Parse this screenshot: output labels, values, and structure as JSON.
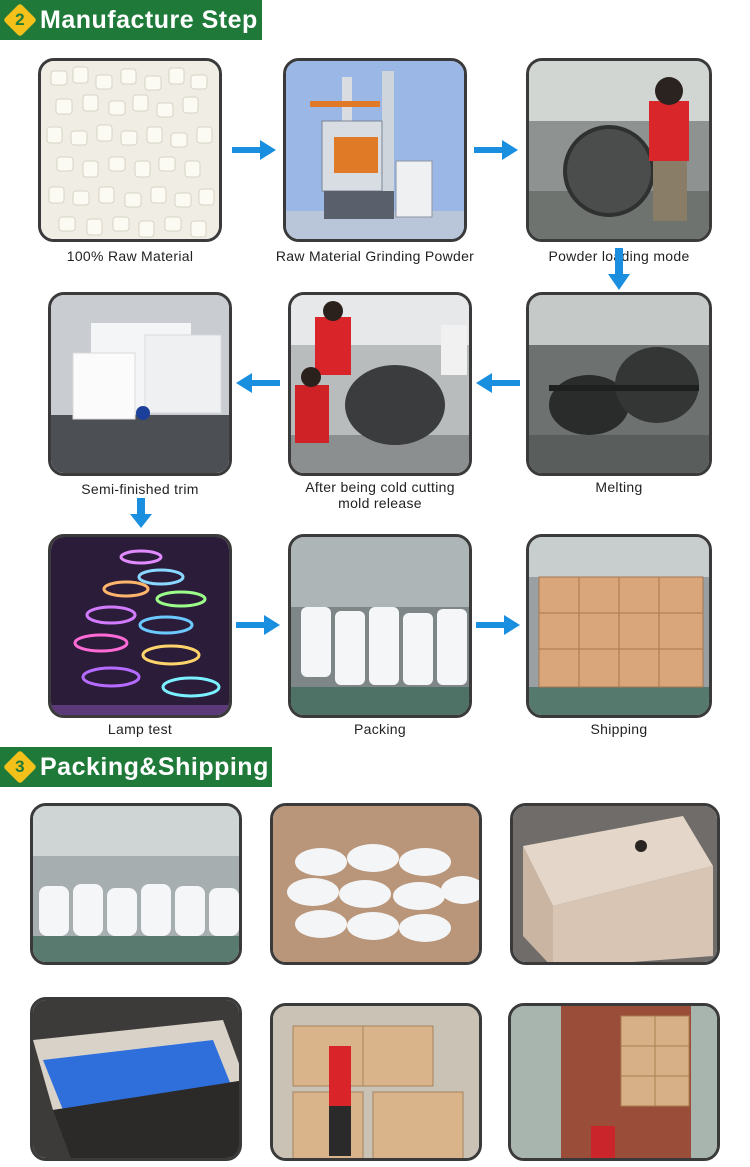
{
  "manufacture": {
    "number": "2",
    "title": "Manufacture Step",
    "steps": [
      {
        "caption": "100% Raw Material",
        "image": "white plastic pellets"
      },
      {
        "caption": "Raw Material Grinding Powder",
        "image": "grinding machine"
      },
      {
        "caption": "Powder loading mode",
        "image": "workers loading mold"
      },
      {
        "caption": "Semi-finished trim",
        "image": "white cubes"
      },
      {
        "caption": "After being cold cutting",
        "caption2": "mold release",
        "image": "workers opening mold"
      },
      {
        "caption": "Melting",
        "image": "rotational molding machine"
      },
      {
        "caption": "Lamp test",
        "image": "glowing LED furniture"
      },
      {
        "caption": "Packing",
        "image": "white products in warehouse"
      },
      {
        "caption": "Shipping",
        "image": "stacked cartons"
      }
    ]
  },
  "packing": {
    "number": "3",
    "title": "Packing&Shipping",
    "photos": [
      "warehouse products",
      "wrapped balls",
      "open carton",
      "glowing table in box",
      "worker with cartons",
      "container loading"
    ]
  },
  "colors": {
    "header_bg": "#1f7a3a",
    "badge": "#f3c11a",
    "arrow": "#1a8fe0"
  }
}
